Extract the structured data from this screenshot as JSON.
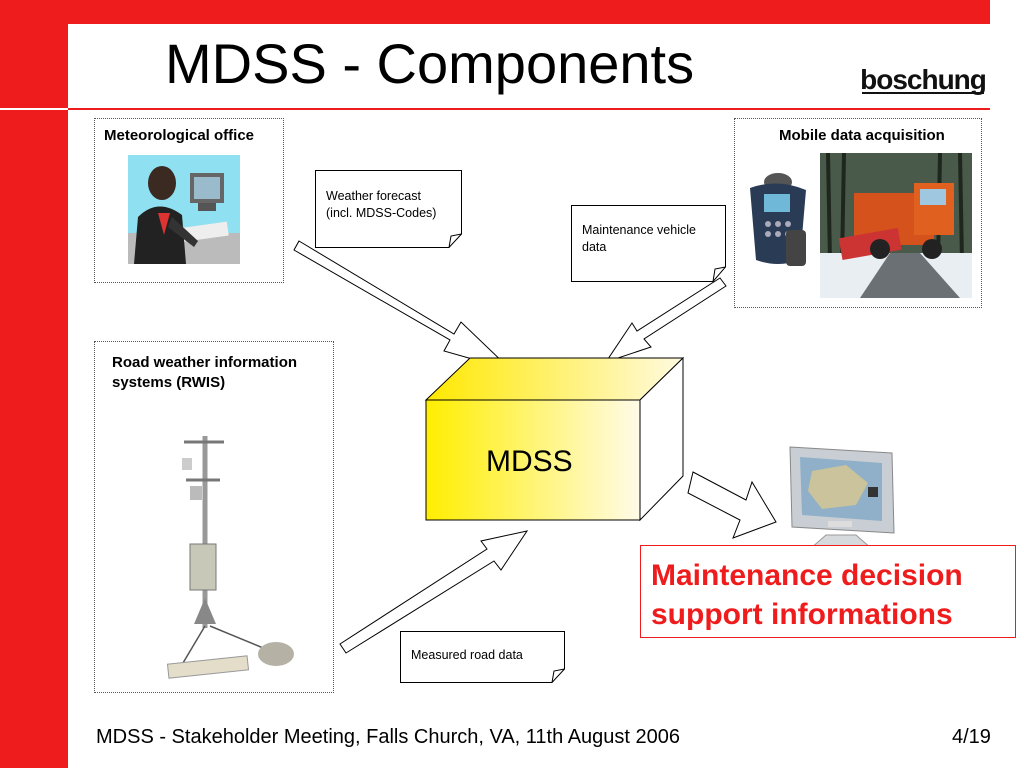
{
  "slide": {
    "title": "MDSS - Components",
    "logo_text": "boschung",
    "footer": "MDSS - Stakeholder Meeting, Falls Church, VA,  11th August 2006",
    "page_number": "4/19"
  },
  "boxes": {
    "met_office": {
      "label": "Meteorological office"
    },
    "mobile": {
      "label": "Mobile data acquisition"
    },
    "rwis": {
      "label_line1": "Road weather information",
      "label_line2": "systems (RWIS)"
    }
  },
  "notes": {
    "forecast": {
      "line1": "Weather forecast",
      "line2": "(incl. MDSS-Codes)"
    },
    "vehicle": {
      "line1": "Maintenance vehicle",
      "line2": "data"
    },
    "road": {
      "line1": "Measured road data"
    }
  },
  "center": {
    "label": "MDSS"
  },
  "output": {
    "line1": "Maintenance decision",
    "line2": "support informations"
  },
  "colors": {
    "accent": "#ee1c1c",
    "cube_yellow": "#ffee00"
  }
}
